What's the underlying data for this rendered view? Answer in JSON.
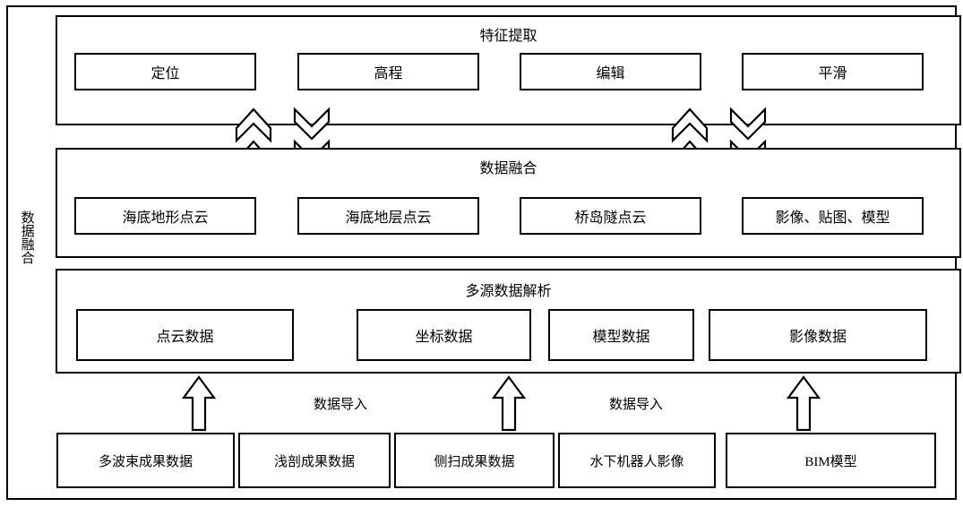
{
  "diagram": {
    "side_label": "数据融合",
    "layers": [
      {
        "id": "feature-extraction",
        "title": "特征提取",
        "items": [
          {
            "label": "定位"
          },
          {
            "label": "高程"
          },
          {
            "label": "编辑"
          },
          {
            "label": "平滑"
          }
        ]
      },
      {
        "id": "data-fusion",
        "title": "数据融合",
        "items": [
          {
            "label": "海底地形点云"
          },
          {
            "label": "海底地层点云"
          },
          {
            "label": "桥岛隧点云"
          },
          {
            "label": "影像、贴图、模型"
          }
        ]
      },
      {
        "id": "multi-source-parsing",
        "title": "多源数据解析",
        "items": [
          {
            "label": "点云数据"
          },
          {
            "label": "坐标数据"
          },
          {
            "label": "模型数据"
          },
          {
            "label": "影像数据"
          }
        ]
      }
    ],
    "connector_labels": [
      {
        "label": "数据导入"
      },
      {
        "label": "数据导入"
      }
    ],
    "sources": [
      {
        "label": "多波束成果数据"
      },
      {
        "label": "浅剖成果数据"
      },
      {
        "label": "侧扫成果数据"
      },
      {
        "label": "水下机器人影像"
      },
      {
        "label": "BIM模型"
      }
    ],
    "colors": {
      "stroke": "#000000",
      "background": "#ffffff"
    }
  }
}
